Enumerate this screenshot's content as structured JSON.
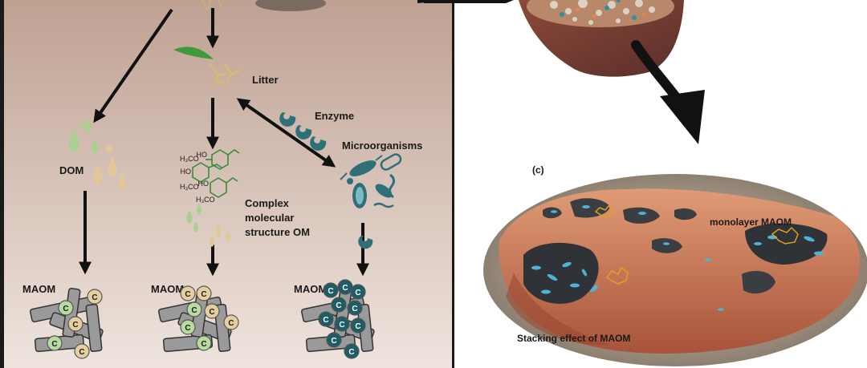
{
  "diagram": {
    "labels": {
      "litter": "Litter",
      "enzyme": "Enzyme",
      "microorganisms": "Microorganisms",
      "dom": "DOM",
      "complex_om": [
        "Complex",
        "molecular",
        "structure OM"
      ],
      "maom": "MAOM",
      "panel_c": "(c)",
      "monolayer": "monolayer MAOM",
      "stacking": "Stacking effect of MAOM"
    },
    "chem": {
      "h3co_top": "H₃CO",
      "ho_top": "HO",
      "ho_mid": "HO",
      "h3co_mid": "H₃CO",
      "ho_right": "HO",
      "h3co_right": "H₃CO"
    },
    "carbon_letter": "C",
    "colors": {
      "dom_green": "#a9d08e",
      "dom_tan": "#e3c79a",
      "microbe_teal": "#2e6f78",
      "carbon_tan": "#e6cf9f",
      "carbon_green": "#b8dca0",
      "carbon_teal": "#1f5d66",
      "mineral_gray": "#9a9a9a",
      "soil_orange": "#c96a4a"
    }
  }
}
